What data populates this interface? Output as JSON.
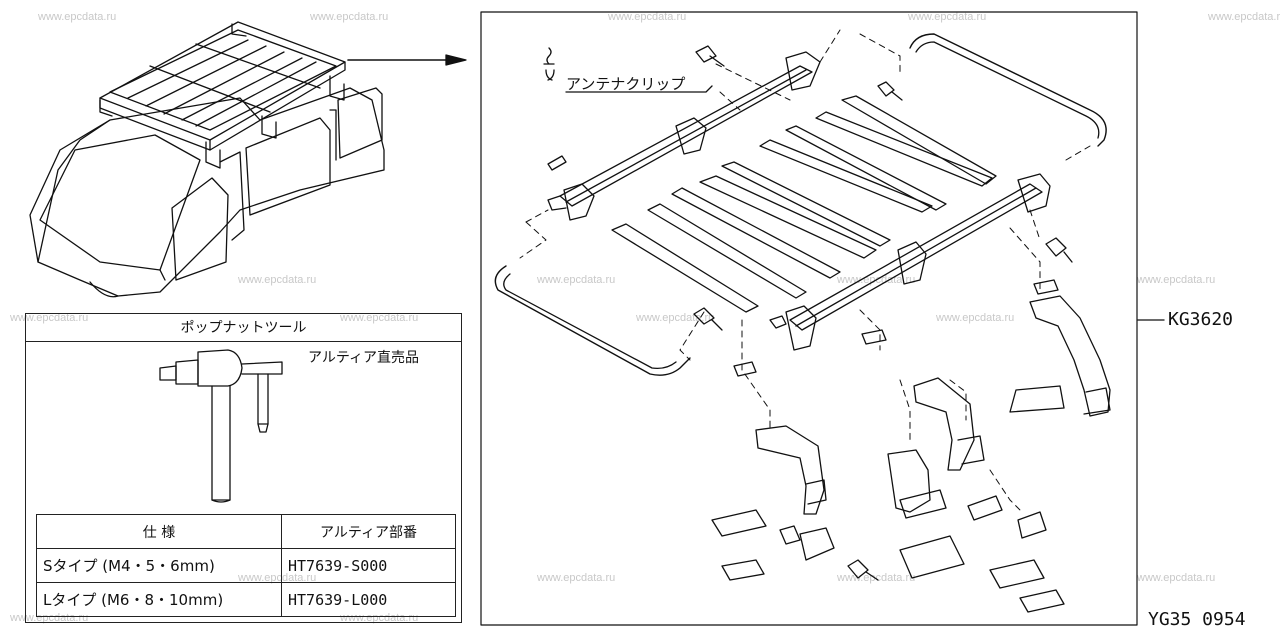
{
  "watermark": "www.epcdata.ru",
  "labels": {
    "antenna_clip": "アンテナクリップ",
    "part_code": "KG3620",
    "figure_id": "YG35 0954"
  },
  "tool_box": {
    "title": "ポップナットツール",
    "note": "アルティア直売品",
    "table": {
      "headers": [
        "仕 様",
        "アルティア部番"
      ],
      "rows": [
        [
          "Sタイプ (M4・5・6mm)",
          "HT7639-S000"
        ],
        [
          "Lタイプ (M6・8・10mm)",
          "HT7639-L000"
        ]
      ]
    }
  }
}
